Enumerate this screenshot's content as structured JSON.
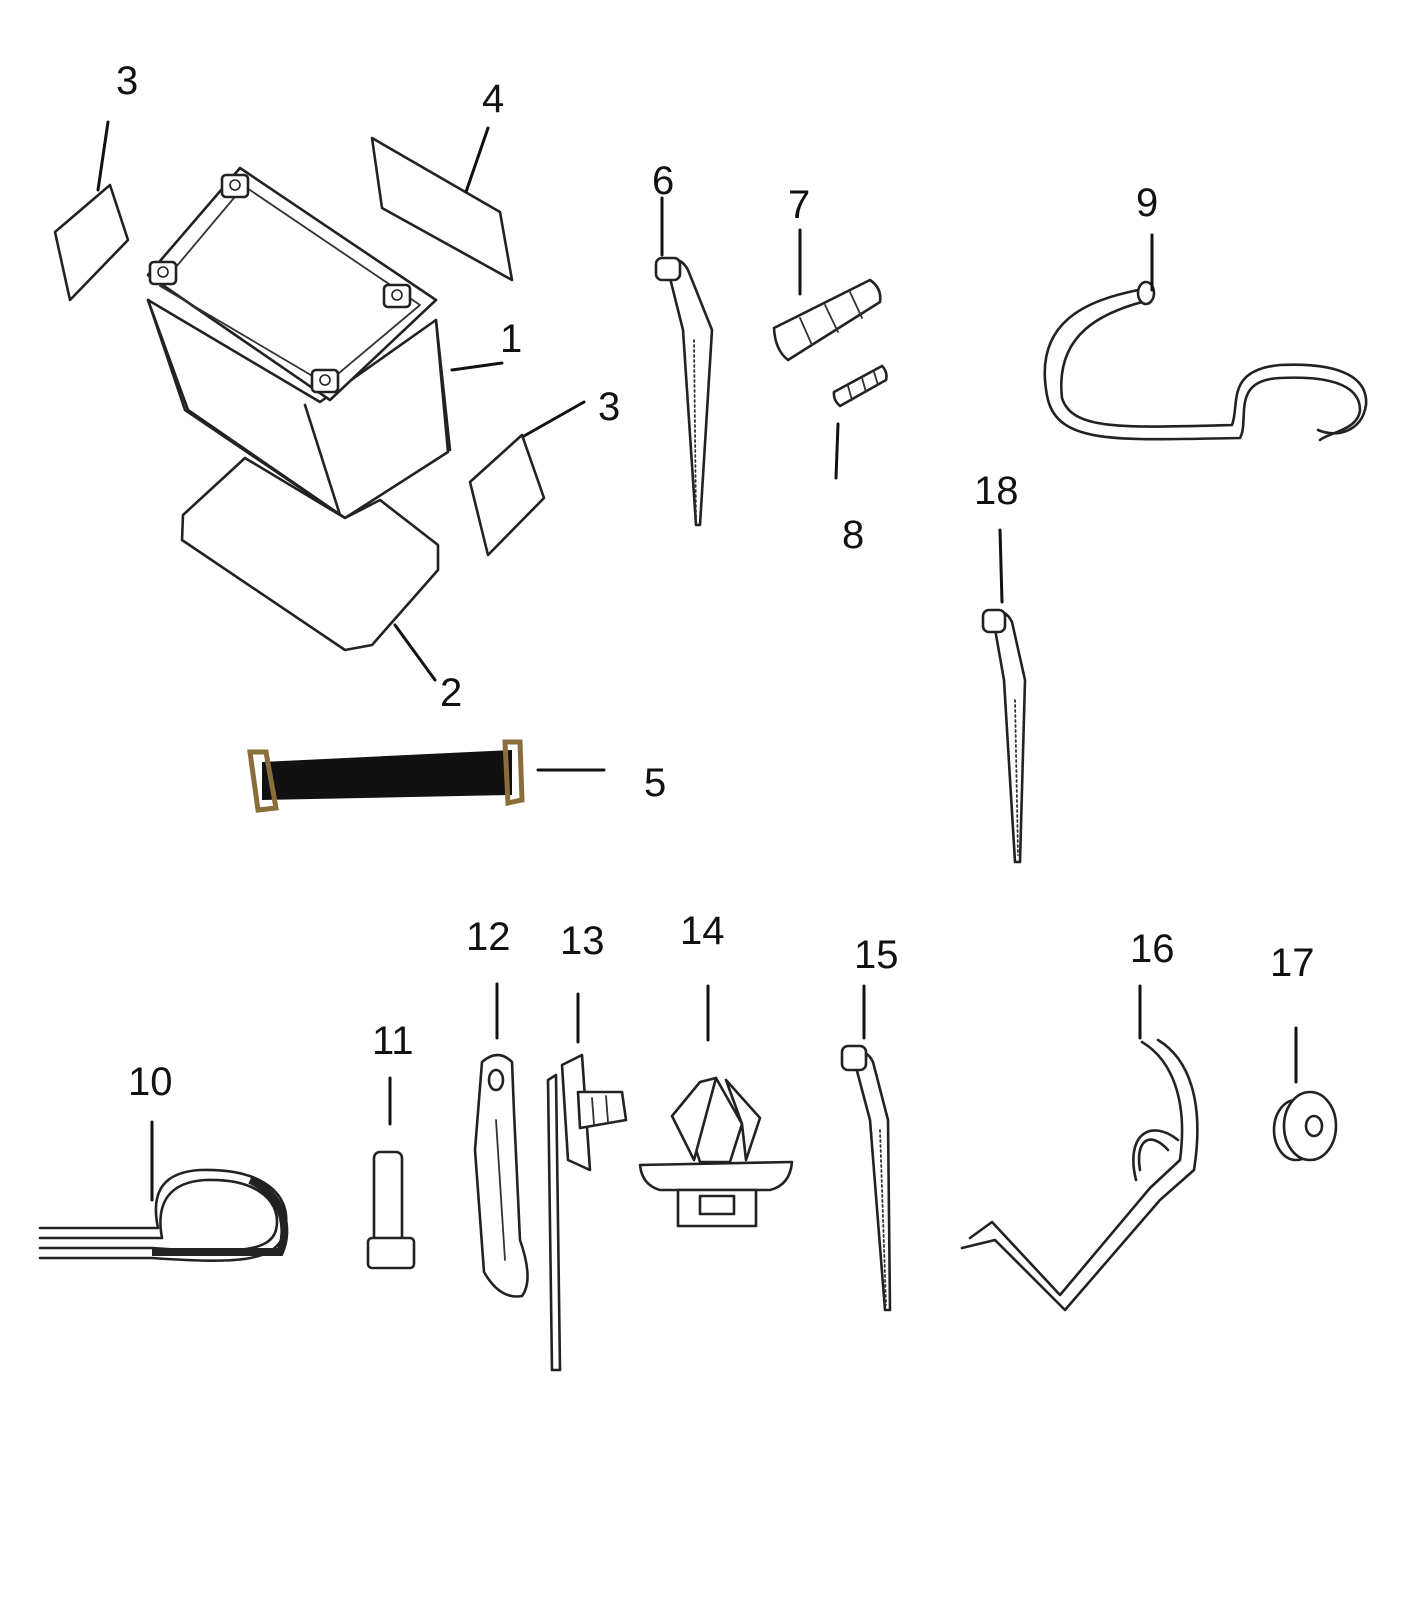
{
  "diagram": {
    "callouts": [
      {
        "id": "battery",
        "label": "1"
      },
      {
        "id": "bottom-pad",
        "label": "2"
      },
      {
        "id": "side-pad-left",
        "label": "3"
      },
      {
        "id": "top-pad",
        "label": "4"
      },
      {
        "id": "side-pad-right",
        "label": "3"
      },
      {
        "id": "battery-strap",
        "label": "5"
      },
      {
        "id": "cable-tie-a",
        "label": "6"
      },
      {
        "id": "sleeve-large",
        "label": "7"
      },
      {
        "id": "sleeve-small",
        "label": "8"
      },
      {
        "id": "vent-hose",
        "label": "9"
      },
      {
        "id": "wire-clamp",
        "label": "10"
      },
      {
        "id": "bolt",
        "label": "11"
      },
      {
        "id": "clip-holder",
        "label": "12"
      },
      {
        "id": "push-clip-tie",
        "label": "13"
      },
      {
        "id": "push-rivet",
        "label": "14"
      },
      {
        "id": "cable-tie-b",
        "label": "15"
      },
      {
        "id": "wire-bracket",
        "label": "16"
      },
      {
        "id": "grommet",
        "label": "17"
      },
      {
        "id": "cable-tie-c",
        "label": "18"
      }
    ]
  },
  "colors": {
    "line": "#111111",
    "strap": "#111111",
    "buckle": "#8a6d3b"
  }
}
